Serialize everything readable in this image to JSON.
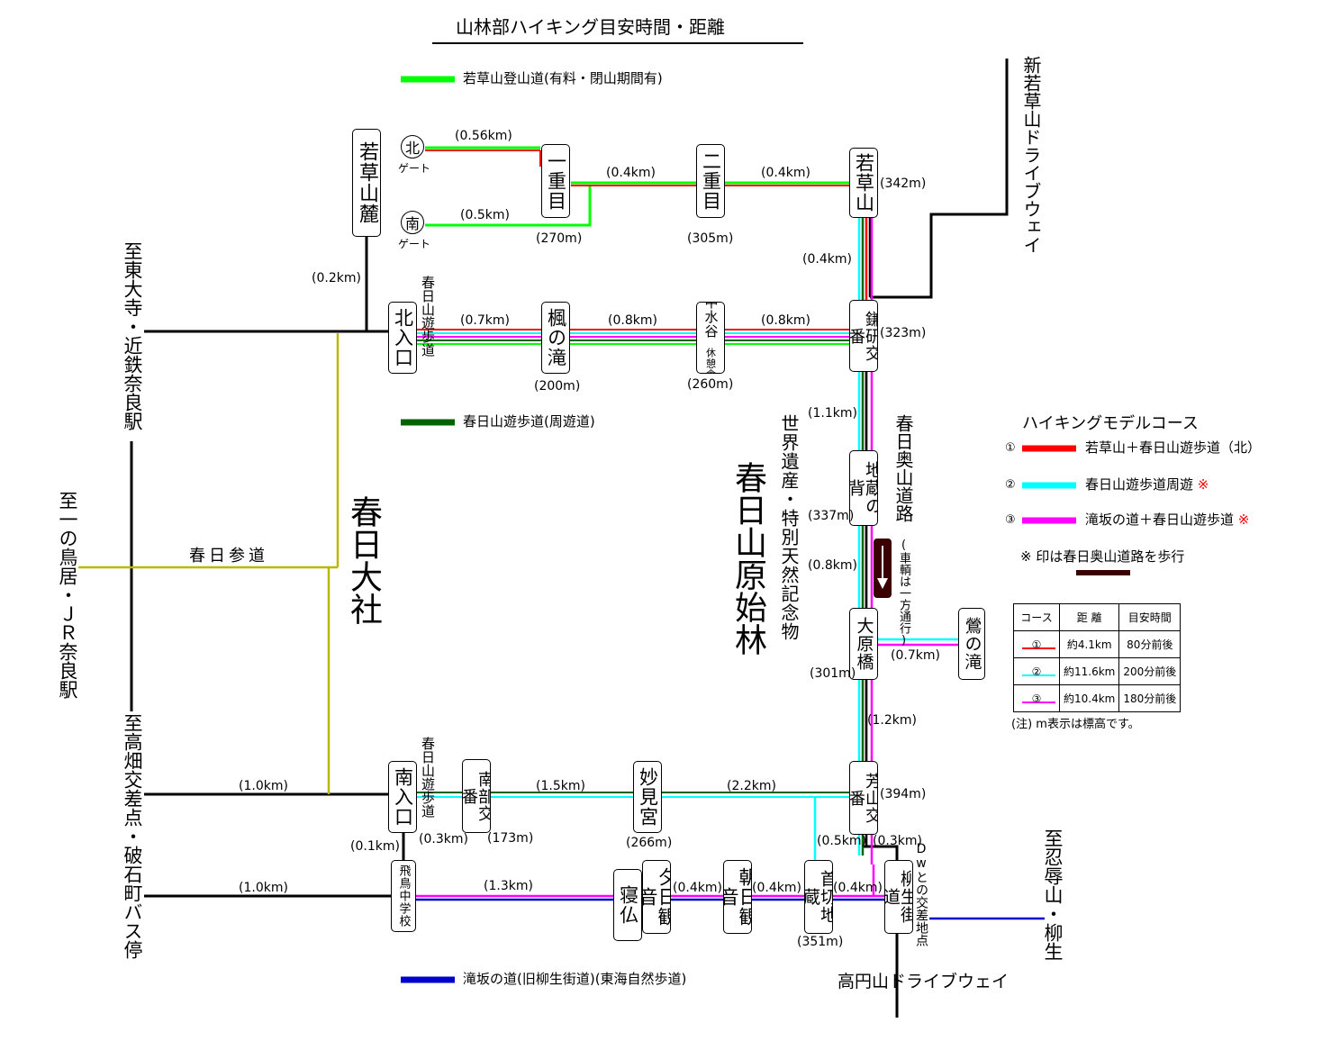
{
  "title": "山林部ハイキング目安時間・距離",
  "legend_top": {
    "wakakusa_trail": "若草山登山道(有料・閉山期間有)"
  },
  "legend_loop": "春日山遊歩道(周遊道)",
  "legend_takisaka": "滝坂の道(旧柳生街道)(東海自然歩道)",
  "model_courses": {
    "title": "ハイキングモデルコース",
    "items": [
      {
        "num": "①",
        "label": "若草山＋春日山遊歩道（北）",
        "color": "#ff0000"
      },
      {
        "num": "②",
        "label": "春日山遊歩道周遊",
        "mark": "※",
        "color": "#00ffff"
      },
      {
        "num": "③",
        "label": "滝坂の道＋春日山遊歩道",
        "mark": "※",
        "color": "#ff00ff"
      }
    ],
    "note": "※ 印は春日奥山道路を歩行",
    "note_color": "#3a0000"
  },
  "course_table": {
    "headers": [
      "コース",
      "距 離",
      "目安時間"
    ],
    "rows": [
      {
        "course": "①",
        "distance": "約4.1km",
        "time": "80分前後"
      },
      {
        "course": "②",
        "distance": "約11.6km",
        "time": "200分前後"
      },
      {
        "course": "③",
        "distance": "約10.4km",
        "time": "180分前後"
      }
    ],
    "footnote": "(注) m表示は標高です。"
  },
  "places": {
    "wakakusa_fumoto": "若草山麓",
    "north_gate": "北",
    "south_gate": "南",
    "gate": "ゲート",
    "ichijume": "一重目",
    "nijume": "二重目",
    "wakakusayama": "若草山",
    "kitairiguchi": "北入口",
    "kaede": "楓の滝",
    "nakamizuya": "中水谷",
    "kyukeisha": "休憩舎",
    "kamatogi": "鎌研交番",
    "jizonose": "地蔵の背",
    "ohara": "大原橋",
    "uguisu": "鶯の滝",
    "yoshiyama": "芳山交番",
    "minamiiriguchi": "南入口",
    "nanbu": "南部交番",
    "myoken": "妙見宮",
    "tobihino": "飛鳥中学校",
    "nebotoke": "寝仏",
    "yuhi": "夕日観音",
    "asahi": "朝日観音",
    "kubikiri": "首切地蔵",
    "yagyu": "柳生街道",
    "kasuga_taisha": "春日大社",
    "genshirin": "春日山原始林",
    "world_heritage": "世界遺産・特別天然記念物",
    "okuyama": "春日奥山道路",
    "okuyama_note": "(車輌は一方通行)",
    "trail_label": "春日山遊歩道",
    "sando": "春日参道",
    "dw": "Dwとの交差地点",
    "shin_wakakusa": "新若草山ドライブウェイ",
    "kouenzan": "高円山ドライブウェイ",
    "to_todaiji": "至東大寺・近鉄奈良駅",
    "to_torii": "至一の鳥居・ＪＲ奈良駅",
    "to_takabatake": "至高畑交差点・破石町バス停",
    "to_ninniku": "至忍辱山・柳生"
  },
  "elevations": {
    "ichijume": "(270m)",
    "nijume": "(305m)",
    "wakakusayama": "(342m)",
    "kamatogi": "(323m)",
    "kaede": "(200m)",
    "nakamizuya": "(260m)",
    "jizonose": "(337m)",
    "ohara": "(301m)",
    "yoshiyama": "(394m)",
    "nanbu": "(173m)",
    "myoken": "(266m)",
    "kubikiri": "(351m)"
  },
  "distances": {
    "north_gate_ichi": "(0.56km)",
    "south_gate_ichi": "(0.5km)",
    "ichi_ni": "(0.4km)",
    "ni_wakakusa": "(0.4km)",
    "wakakusa_kamatogi": "(0.4km)",
    "fumoto_kita": "(0.2km)",
    "kita_kaede": "(0.7km)",
    "kaede_naka": "(0.8km)",
    "naka_kama": "(0.8km)",
    "kama_jizo": "(1.1km)",
    "jizo_ohara": "(0.8km)",
    "ohara_uguisu": "(0.7km)",
    "ohara_yoshi": "(1.2km)",
    "road_minami": "(1.0km)",
    "minami_tobihi": "(0.1km)",
    "minami_nanbu": "(0.3km)",
    "nanbu_myoken": "(1.5km)",
    "myoken_yoshi": "(2.2km)",
    "road_tobihi": "(1.0km)",
    "tobihi_yuhi": "(1.3km)",
    "yuhi_asahi": "(0.4km)",
    "asahi_kubi": "(0.4km)",
    "kubi_yagyu": "(0.4km)",
    "yoshi_kubi": "(0.5km)",
    "yoshi_yagyu": "(0.3km)"
  },
  "colors": {
    "wakakusa_trail": "#00ff00",
    "loop_trail": "#006400",
    "takisaka": "#0000cc",
    "sando": "#b8b800",
    "road": "#000000"
  }
}
